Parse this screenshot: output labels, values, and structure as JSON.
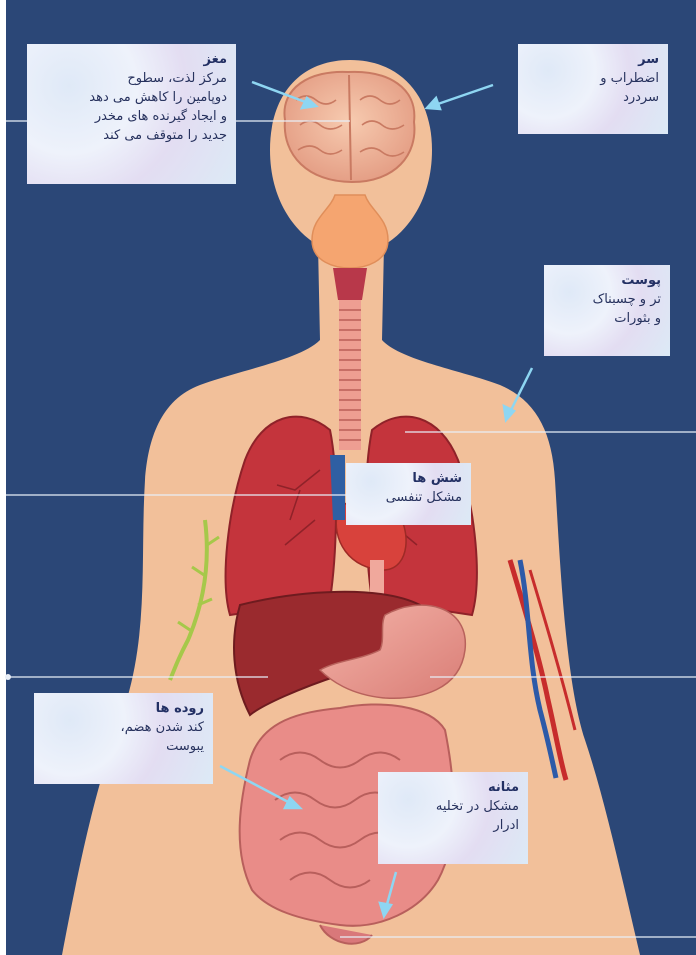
{
  "colors": {
    "background": "#2b4777",
    "body": "#f2c09a",
    "lung": "#c4343c",
    "liver": "#9a2a2e",
    "intestine": "#e98c88",
    "arrow": "#8ed6f2",
    "guide_line": "#e8eef7"
  },
  "callouts": {
    "brain": {
      "title": "مغز",
      "text": "مرکز لذت، سطوح\nدوپامین را کاهش می دهد\nو ایجاد گیرنده های مخدر\nجدید را متوقف می کند"
    },
    "head": {
      "title": "سر",
      "text": "اضطراب و\nسردرد"
    },
    "skin": {
      "title": "پوست",
      "text": "تر و چسبناک\nو بثورات"
    },
    "lungs": {
      "title": "شش ها",
      "text": "مشکل تنفسی"
    },
    "intestines": {
      "title": "روده ها",
      "text": "کند شدن هضم،\nیبوست"
    },
    "bladder": {
      "title": "مثانه",
      "text": "مشکل در تخلیه\nادرار"
    }
  }
}
